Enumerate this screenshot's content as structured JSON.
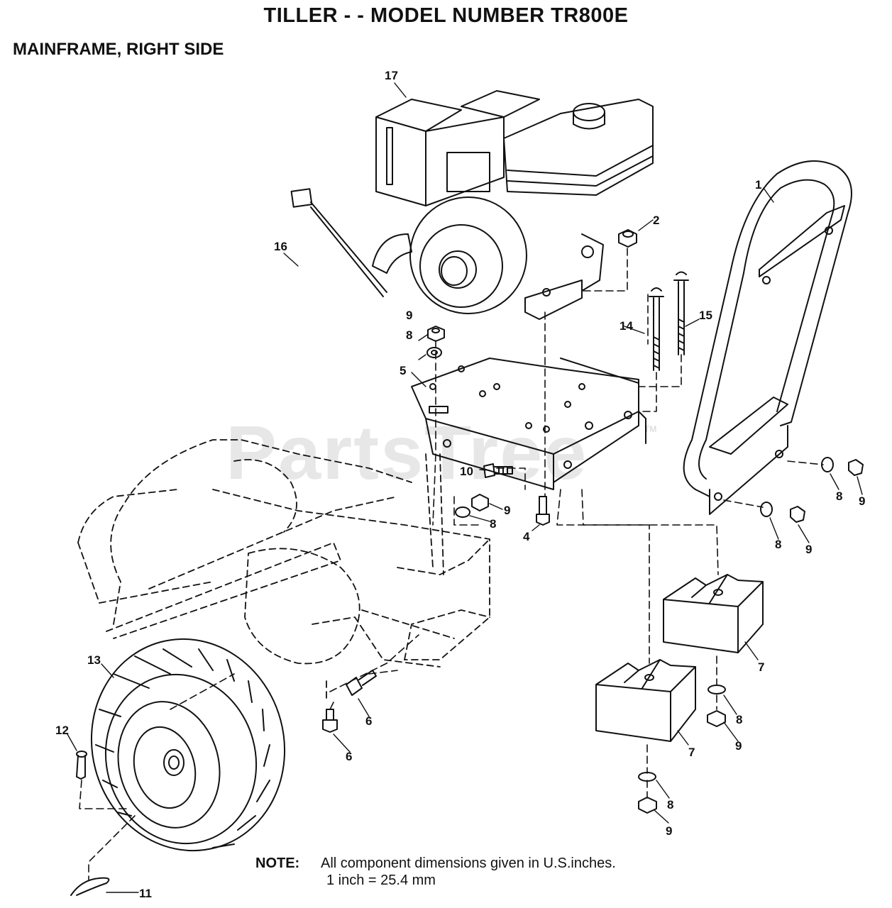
{
  "header": {
    "title": "TILLER - - MODEL NUMBER TR800E",
    "subtitle": "MAINFRAME, RIGHT SIDE"
  },
  "watermark": {
    "text": "PartsTree",
    "tm": "TM"
  },
  "callouts": {
    "c1": "1",
    "c2": "2",
    "c4": "4",
    "c5": "5",
    "c6a": "6",
    "c6b": "6",
    "c7a": "7",
    "c7b": "7",
    "c8a": "8",
    "c8b": "8",
    "c8c": "8",
    "c8d": "8",
    "c8e": "8",
    "c8f": "8",
    "c9a": "9",
    "c9b": "9",
    "c9c": "9",
    "c9d": "9",
    "c9e": "9",
    "c10": "10",
    "c11": "11",
    "c12": "12",
    "c13": "13",
    "c14": "14",
    "c15": "15",
    "c16": "16",
    "c17": "17"
  },
  "note": {
    "label": "NOTE:",
    "line1": "All component dimensions given in U.S.inches.",
    "line2": "1 inch = 25.4 mm"
  }
}
